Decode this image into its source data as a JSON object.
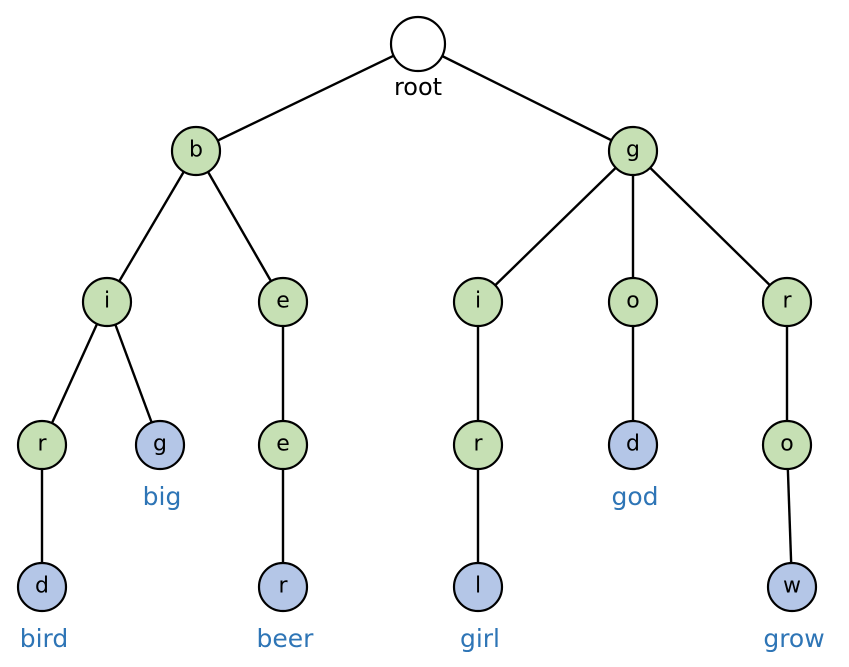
{
  "colors": {
    "root_fill": "#ffffff",
    "internal_fill": "#c6e0b4",
    "terminal_fill": "#b4c6e7",
    "stroke": "#000000",
    "word_label": "#2e75b6"
  },
  "tree": {
    "root": {
      "label": "root"
    },
    "nodes": [
      {
        "id": "b",
        "letter": "b",
        "parent": "root",
        "kind": "internal"
      },
      {
        "id": "g",
        "letter": "g",
        "parent": "root",
        "kind": "internal"
      },
      {
        "id": "bi",
        "letter": "i",
        "parent": "b",
        "kind": "internal"
      },
      {
        "id": "be",
        "letter": "e",
        "parent": "b",
        "kind": "internal"
      },
      {
        "id": "gi",
        "letter": "i",
        "parent": "g",
        "kind": "internal"
      },
      {
        "id": "go",
        "letter": "o",
        "parent": "g",
        "kind": "internal"
      },
      {
        "id": "gr",
        "letter": "r",
        "parent": "g",
        "kind": "internal"
      },
      {
        "id": "bir",
        "letter": "r",
        "parent": "bi",
        "kind": "internal"
      },
      {
        "id": "big",
        "letter": "g",
        "parent": "bi",
        "kind": "terminal",
        "word": "big"
      },
      {
        "id": "bee",
        "letter": "e",
        "parent": "be",
        "kind": "internal"
      },
      {
        "id": "gir",
        "letter": "r",
        "parent": "gi",
        "kind": "internal"
      },
      {
        "id": "god",
        "letter": "d",
        "parent": "go",
        "kind": "terminal",
        "word": "god"
      },
      {
        "id": "gro",
        "letter": "o",
        "parent": "gr",
        "kind": "internal"
      },
      {
        "id": "bird",
        "letter": "d",
        "parent": "bir",
        "kind": "terminal",
        "word": "bird"
      },
      {
        "id": "beer",
        "letter": "r",
        "parent": "bee",
        "kind": "terminal",
        "word": "beer"
      },
      {
        "id": "girl",
        "letter": "l",
        "parent": "gir",
        "kind": "terminal",
        "word": "girl"
      },
      {
        "id": "grow",
        "letter": "w",
        "parent": "gro",
        "kind": "terminal",
        "word": "grow"
      }
    ]
  }
}
